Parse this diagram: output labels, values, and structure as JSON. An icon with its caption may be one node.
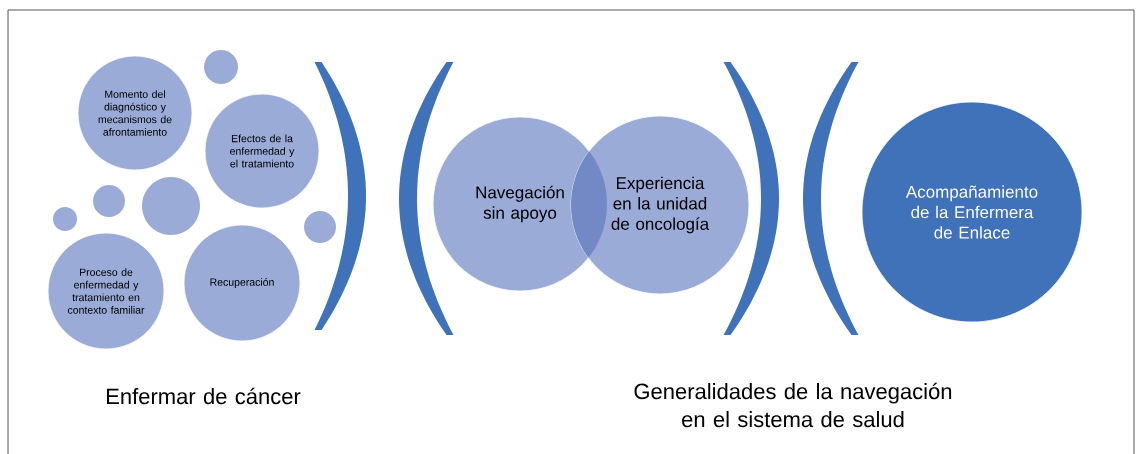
{
  "diagram": {
    "nodes": [
      {
        "text": [
          "Momento del diagnóstico y mecanismos de afrontamiento"
        ]
      },
      {
        "text": [
          "Efectos de la enfermedad y el tratamiento"
        ]
      },
      {
        "text": [
          "Proceso de enfermedad y tratamiento en contexto familiar"
        ]
      },
      {
        "text": [
          "Recuperación"
        ]
      },
      {
        "text": [],
        "shape": "circle"
      },
      {
        "text": [],
        "shape": "circle"
      },
      {
        "text": [],
        "shape": "circle"
      },
      {
        "text": [],
        "shape": "circle"
      },
      {
        "text": [],
        "shape": "circle"
      },
      {
        "text": [
          "Navegación sin apoyo"
        ]
      },
      {
        "text": [
          "Experiencia en la unidad de oncología"
        ]
      },
      {
        "text": [
          "Acompañamiento de la Enfermera de Enlace"
        ]
      }
    ],
    "labels": [
      "Enfermar de cáncer",
      "Generalidades de la navegación en el sistema de salud"
    ]
  }
}
